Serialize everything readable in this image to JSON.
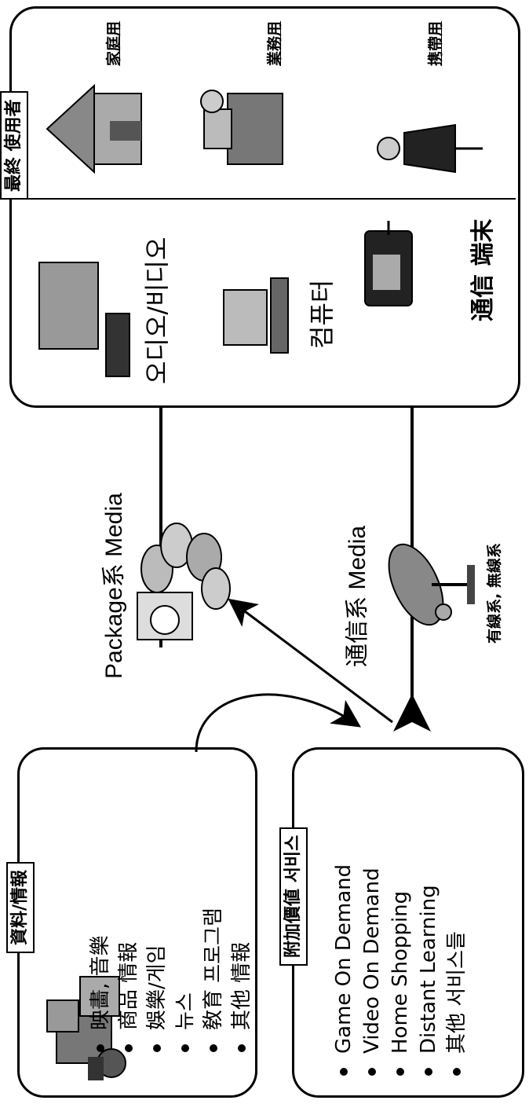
{
  "source_box": {
    "title": "資料/情報",
    "items": [
      "映畵, 音樂",
      "商品 情報",
      "娛樂/게임",
      "뉴스",
      "敎育 프로그램",
      "其他 情報"
    ]
  },
  "service_box": {
    "title": "附加價値 서비스",
    "items": [
      "Game On Demand",
      "Video On Demand",
      "Home Shopping",
      "Distant Learning",
      "其他 서비스들"
    ]
  },
  "package_route": {
    "label": "Package系 Media"
  },
  "comm_route": {
    "label": "通信系 Media",
    "sublabel": "有線系, 無線系"
  },
  "end_user_box": {
    "title": "最終 使用者",
    "devices": [
      "오디오/비디오",
      "컴퓨터",
      "通信 端末"
    ],
    "users": [
      "家庭用",
      "業務用",
      "携帶用"
    ]
  }
}
